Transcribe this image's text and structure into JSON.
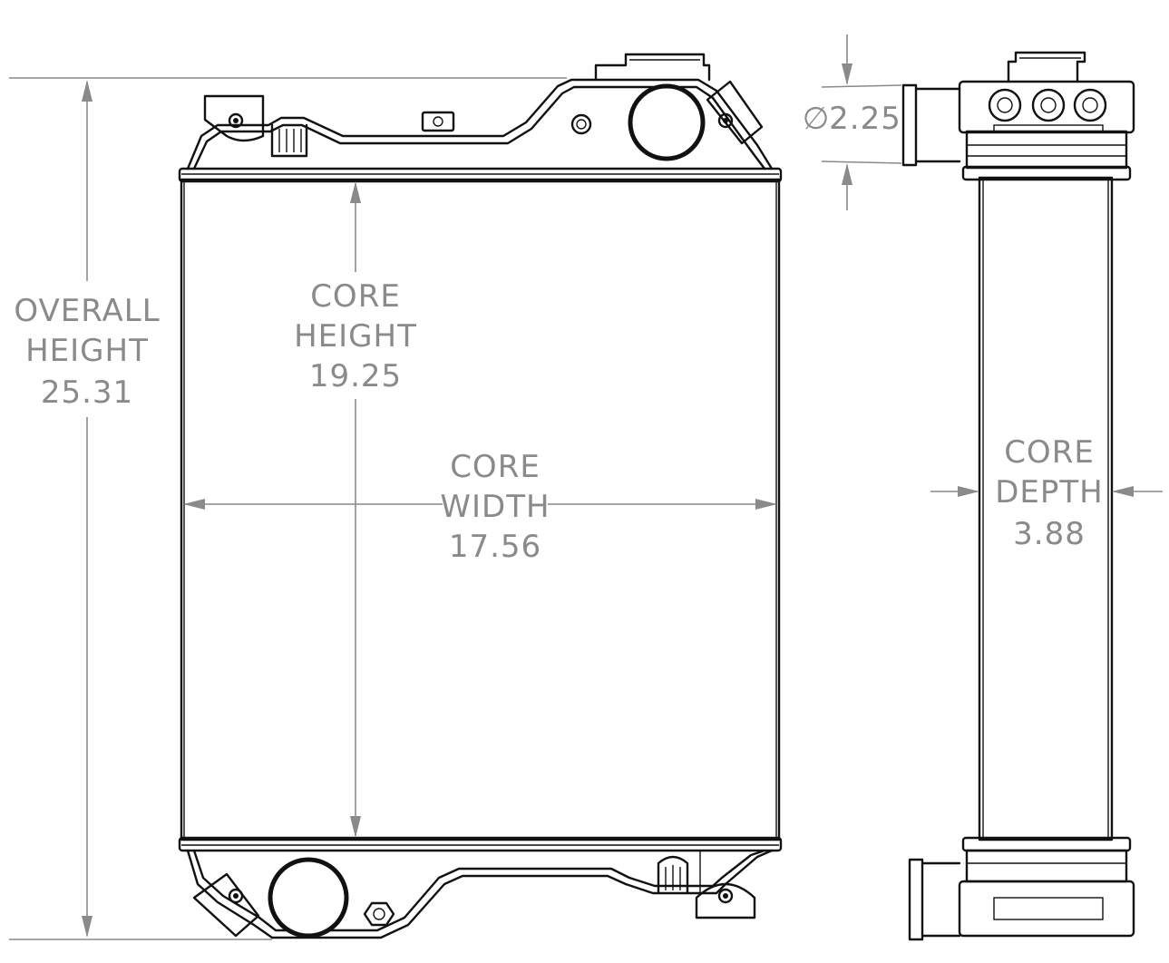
{
  "dimensions": {
    "overall_height": {
      "line1": "OVERALL",
      "line2": "HEIGHT",
      "value": "25.31"
    },
    "core_height": {
      "line1": "CORE",
      "line2": "HEIGHT",
      "value": "19.25"
    },
    "core_width": {
      "line1": "CORE",
      "line2": "WIDTH",
      "value": "17.56"
    },
    "core_depth": {
      "line1": "CORE",
      "line2": "DEPTH",
      "value": "3.88"
    },
    "inlet_diameter": {
      "symbol": "∅",
      "value": "2.25"
    }
  },
  "colors": {
    "dimension": "#8a8a8a",
    "outline": "#111111",
    "background": "#ffffff"
  }
}
